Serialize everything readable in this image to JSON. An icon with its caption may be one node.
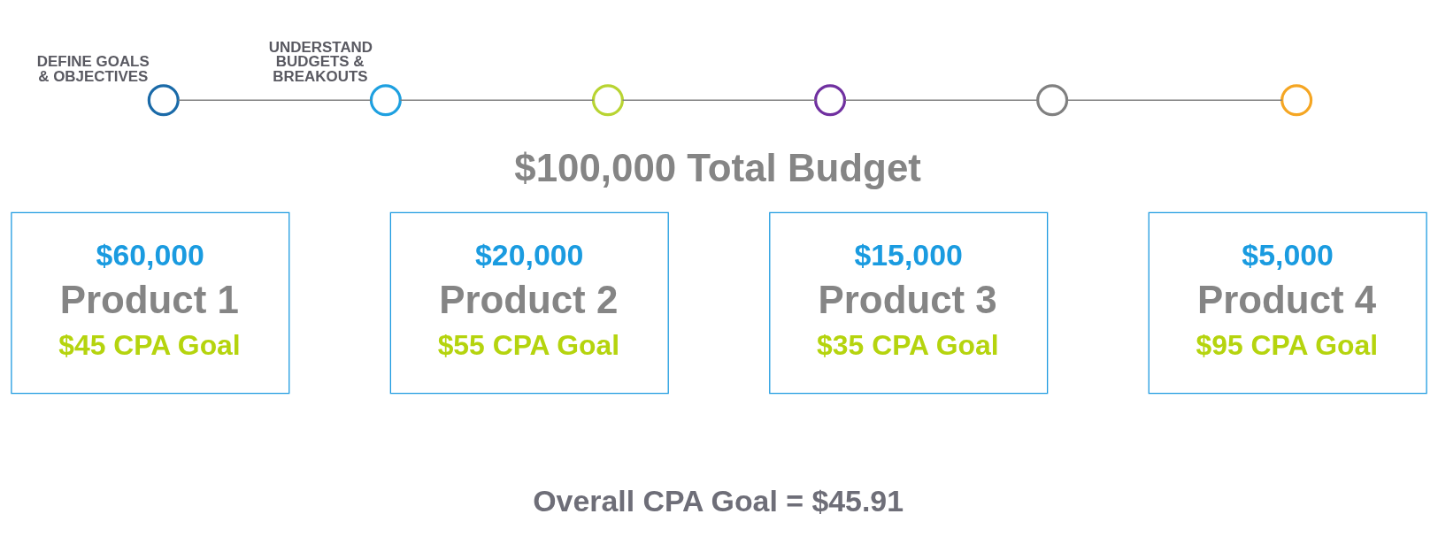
{
  "diagram": {
    "nodes": [
      {
        "text": [
          "DEFINE GOALS & OBJECTIVES"
        ]
      },
      {
        "text": [
          "UNDERSTAND BUDGETS & BREAKOUTS"
        ]
      },
      {
        "text": [],
        "shape": "circle"
      },
      {
        "text": [],
        "shape": "circle"
      },
      {
        "text": [],
        "shape": "circle"
      },
      {
        "text": [],
        "shape": "circle"
      },
      {
        "text": [
          "$60,000",
          "Product 1",
          "$45 CPA Goal"
        ]
      },
      {
        "text": [
          "$20,000",
          "Product 2",
          "$55 CPA Goal"
        ]
      },
      {
        "text": [
          "$15,000",
          "Product 3",
          "$35 CPA Goal"
        ]
      },
      {
        "text": [
          "$5,000",
          "Product 4",
          "$95 CPA Goal"
        ]
      }
    ],
    "edges": [
      {
        "from": 0,
        "to": 1,
        "arrow": "none"
      },
      {
        "from": 1,
        "to": 2,
        "arrow": "none"
      },
      {
        "from": 2,
        "to": 3,
        "arrow": "none"
      },
      {
        "from": 3,
        "to": 4,
        "arrow": "none"
      },
      {
        "from": 4,
        "to": 5,
        "arrow": "none"
      }
    ],
    "labels": [
      "$100,000 Total Budget",
      "Overall CPA Goal = $45.91"
    ]
  }
}
